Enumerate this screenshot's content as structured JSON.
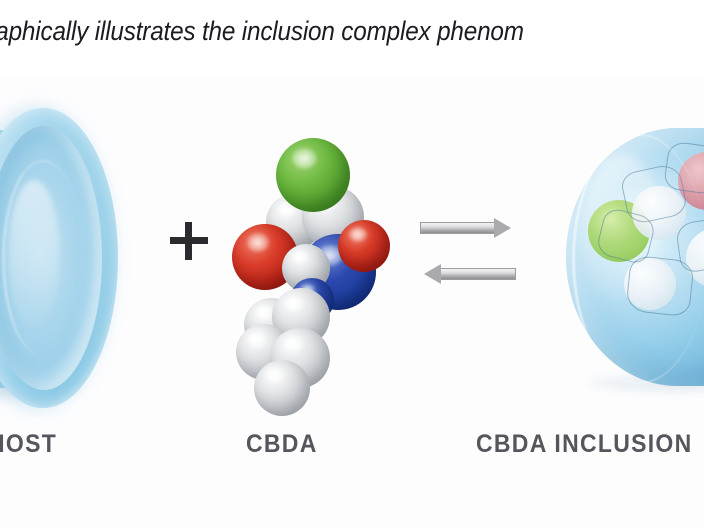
{
  "figure": {
    "caption": "graphically illustrates the inclusion complex phenom",
    "background_color": "#fdfdfe"
  },
  "diagram": {
    "type": "chemical-equilibrium-schematic",
    "operator": "+",
    "equilibrium_symbol": "⇌",
    "labels": {
      "host": "HOST",
      "guest": "CBDA",
      "complex": "CBDA INCLUSION"
    },
    "entities": [
      {
        "name": "host",
        "label": "HOST",
        "description": "truncated-cone cyclodextrin cup",
        "color": "#7cc0e0"
      },
      {
        "name": "guest",
        "label": "CBDA",
        "description": "space-filling molecular model",
        "atom_colors": {
          "green": "#6cb83f",
          "red": "#cc2a22",
          "blue": "#1c3f9e",
          "gray": "#c3c6ca"
        }
      },
      {
        "name": "inclusion-complex",
        "label": "CBDA INCLUSION",
        "description": "guest molecule enclosed in translucent host cavity",
        "color": "#86c7e7"
      }
    ],
    "arrows": {
      "forward_label": "forward-reaction-arrow",
      "reverse_label": "reverse-reaction-arrow",
      "color": "#a9a9ae"
    }
  }
}
